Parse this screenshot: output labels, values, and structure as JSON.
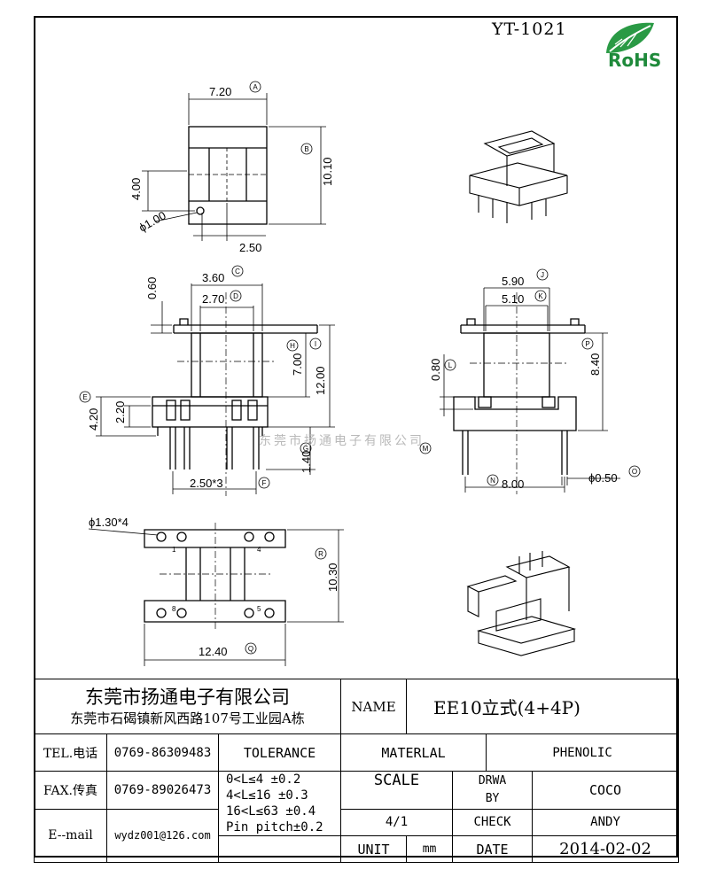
{
  "header": {
    "model": "YT-1021",
    "rohs": "RoHS"
  },
  "watermark": "东莞市扬通电子有限公司",
  "dimensions": {
    "top_view": {
      "width": "7.20",
      "height": "10.10",
      "h2": "4.00",
      "hole": "ϕ1.00",
      "pitch": "2.50"
    },
    "front_view": {
      "c": "3.60",
      "d": "2.70",
      "flange": "0.60",
      "h": "7.00",
      "i": "12.00",
      "e": "4.20",
      "f": "2.20",
      "pins": "2.50*3",
      "g": "1.40"
    },
    "side_view": {
      "j": "5.90",
      "k": "5.10",
      "l": "0.80",
      "p": "8.40",
      "n": "8.00",
      "o": "ϕ0.50"
    },
    "bottom_view": {
      "holes": "ϕ1.30*4",
      "r": "10.30",
      "q": "12.40",
      "pin1": "1",
      "pin4": "4",
      "pin8": "8",
      "pin5": "5"
    },
    "markers": {
      "a": "A",
      "b": "B",
      "c": "C",
      "d": "D",
      "e": "E",
      "f": "F",
      "g": "G",
      "h": "H",
      "i": "I",
      "j": "J",
      "k": "K",
      "l": "L",
      "m": "M",
      "n": "N",
      "o": "O",
      "p": "P",
      "q": "Q",
      "r": "R"
    }
  },
  "title_block": {
    "company": "东莞市扬通电子有限公司",
    "address": "东莞市石碣镇新风西路107号工业园A栋",
    "name_label": "NAME",
    "name_value": "EE10立式(4+4P)",
    "tel_label": "TEL.电话",
    "tel_value": "0769-86309483",
    "fax_label": "FAX.传真",
    "fax_value": "0769-89026473",
    "email_label": "E--mail",
    "email_value": "wydz001@126.com",
    "tolerance_label": "TOLERANCE",
    "tolerances": [
      "0<L≤4   ±0.2",
      "4<L≤16  ±0.3",
      "16<L≤63 ±0.4",
      "Pin pitch±0.2"
    ],
    "material_label": "MATERLAL",
    "material_value": "PHENOLIC",
    "scale_label": "SCALE",
    "scale_value": "4/1",
    "drawn_label_1": "DRWA",
    "drawn_label_2": "BY",
    "drawn_value": "COCO",
    "check_label": "CHECK",
    "check_value": "ANDY",
    "unit_label": "UNIT",
    "unit_value": "mm",
    "date_label": "DATE",
    "date_value": "2014-02-02"
  }
}
